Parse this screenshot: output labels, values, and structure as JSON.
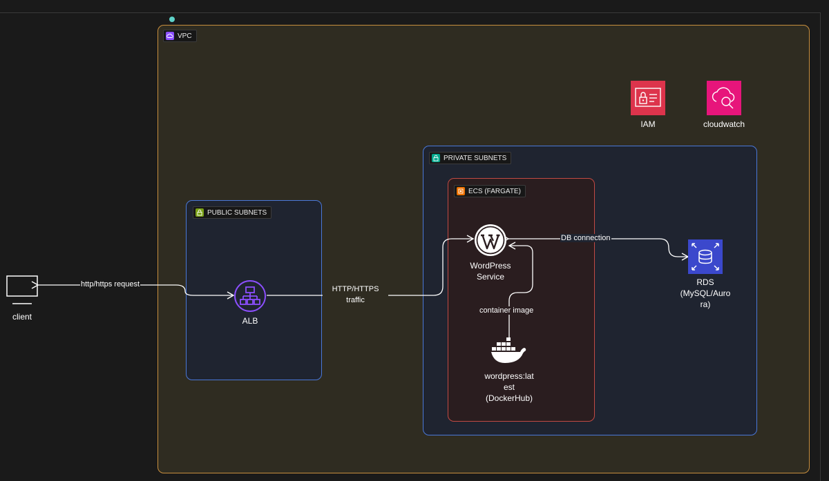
{
  "diagram": {
    "groups": {
      "vpc": {
        "label": "VPC"
      },
      "public_subnets": {
        "label": "PUBLIC SUBNETS"
      },
      "private_subnets": {
        "label": "PRIVATE SUBNETS"
      },
      "ecs": {
        "label": "ECS (FARGATE)"
      }
    },
    "nodes": {
      "client": {
        "label": "client",
        "icon": "monitor-icon"
      },
      "alb": {
        "label": "ALB",
        "icon": "load-balancer-icon"
      },
      "wordpress": {
        "line1": "WordPress",
        "line2": "Service",
        "icon": "wordpress-icon"
      },
      "docker": {
        "line1": "wordpress:lat",
        "line2": "est",
        "line3": "(DockerHub)",
        "icon": "docker-whale-icon"
      },
      "rds": {
        "line1": "RDS",
        "line2": "(MySQL/Auro",
        "line3": "ra)",
        "icon": "rds-database-icon"
      },
      "iam": {
        "label": "IAM",
        "icon": "iam-padlock-icon"
      },
      "cloudwatch": {
        "label": "cloudwatch",
        "icon": "cloudwatch-search-icon"
      }
    },
    "edges": {
      "client_alb": {
        "label": "http/https request"
      },
      "alb_wordpress": {
        "line1": "HTTP/HTTPS",
        "line2": "traffic"
      },
      "docker_wordpress": {
        "label": "container image"
      },
      "wordpress_rds": {
        "label": "DB connection"
      }
    }
  },
  "colors": {
    "background": "#1a1a1a",
    "vpc_border": "#c98f3e",
    "vpc_fill": "#2f2c21",
    "subnet_border": "#4a78d9",
    "subnet_fill": "#1f2430",
    "ecs_border": "#c24a44",
    "ecs_fill": "#2a1d1f",
    "iam": "#dd344c",
    "cloudwatch": "#e7157b",
    "rds": "#3b48cc",
    "alb": "#8c4fff"
  }
}
